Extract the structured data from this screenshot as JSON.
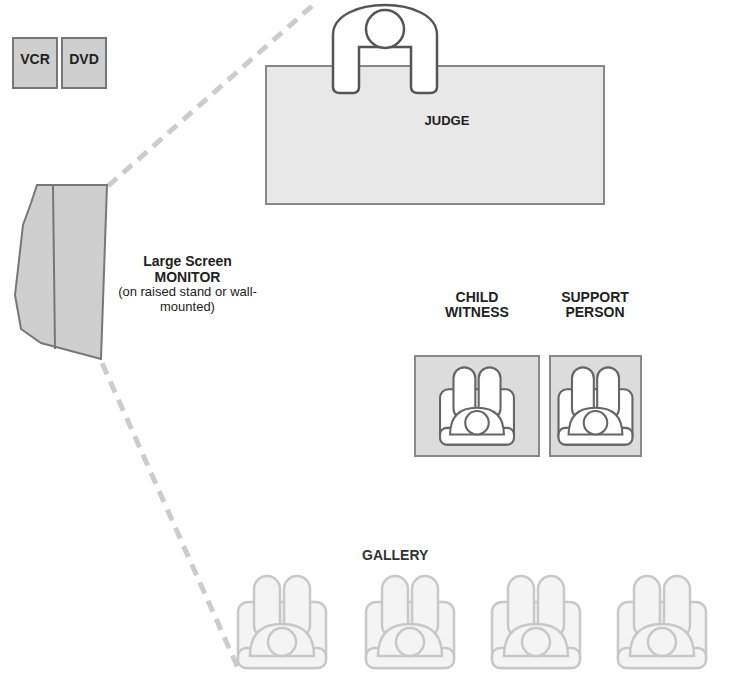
{
  "diagram": {
    "nodes": [
      {
        "text": [
          "VCR"
        ]
      },
      {
        "text": [
          "DVD"
        ]
      },
      {
        "text": [
          "Large Screen MONITOR",
          "(on raised stand or wall-mounted)"
        ]
      },
      {
        "text": [
          "JUDGE"
        ]
      },
      {
        "text": [
          "CHILD WITNESS"
        ]
      },
      {
        "text": [
          "SUPPORT PERSON"
        ]
      }
    ],
    "labels": [
      "GALLERY"
    ]
  }
}
